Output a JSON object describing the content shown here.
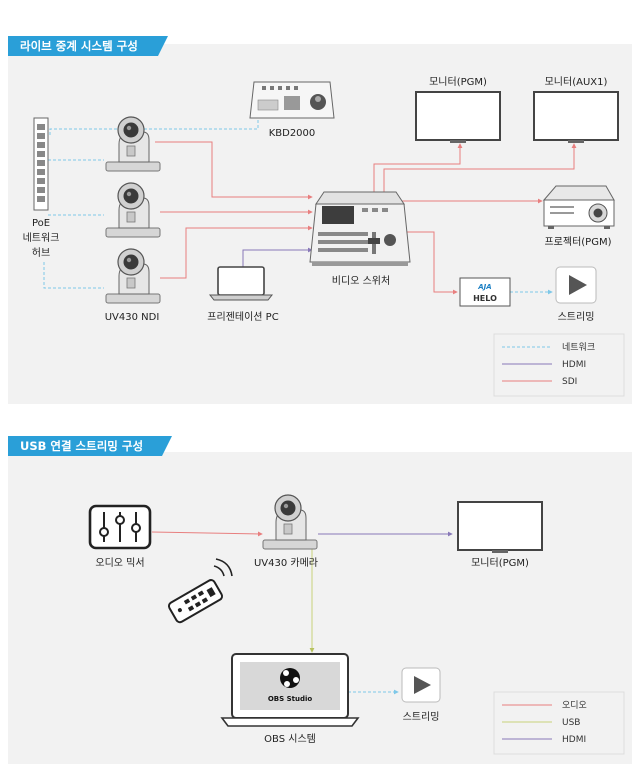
{
  "section1": {
    "title": "라이브 중계 시스템 구성",
    "nodes": {
      "poe_hub": [
        "PoE",
        "네트워크",
        "허브"
      ],
      "kbd": "KBD2000",
      "monitor_pgm": "모니터(PGM)",
      "monitor_aux": "모니터(AUX1)",
      "projector": "프로젝터(PGM)",
      "switcher": "비디오 스위처",
      "presentation_pc": "프리젠테이션 PC",
      "camera_group": "UV430 NDI",
      "helo": "HELO",
      "aja": "AJA",
      "streaming": "스트리밍"
    },
    "legend": [
      {
        "label": "네트워크",
        "color": "#7ec8e8",
        "style": "dashed"
      },
      {
        "label": "HDMI",
        "color": "#8878b8",
        "style": "solid"
      },
      {
        "label": "SDI",
        "color": "#e87f7f",
        "style": "solid"
      }
    ]
  },
  "section2": {
    "title": "USB 연결 스트리밍 구성",
    "nodes": {
      "audio_mixer": "오디오 믹서",
      "camera": "UV430 카메라",
      "monitor": "모니터(PGM)",
      "obs_screen": "OBS Studio",
      "obs_system": "OBS 시스템",
      "streaming": "스트리밍"
    },
    "legend": [
      {
        "label": "오디오",
        "color": "#e87f7f",
        "style": "solid"
      },
      {
        "label": "USB",
        "color": "#c8d27a",
        "style": "solid"
      },
      {
        "label": "HDMI",
        "color": "#8878b8",
        "style": "solid"
      }
    ]
  },
  "colors": {
    "banner": "#2a9fd8",
    "panel": "#f2f2f2",
    "network": "#7ec8e8",
    "hdmi": "#8878b8",
    "sdi": "#e87f7f",
    "usb": "#c8d27a",
    "aja_blue": "#1b7fc4"
  }
}
